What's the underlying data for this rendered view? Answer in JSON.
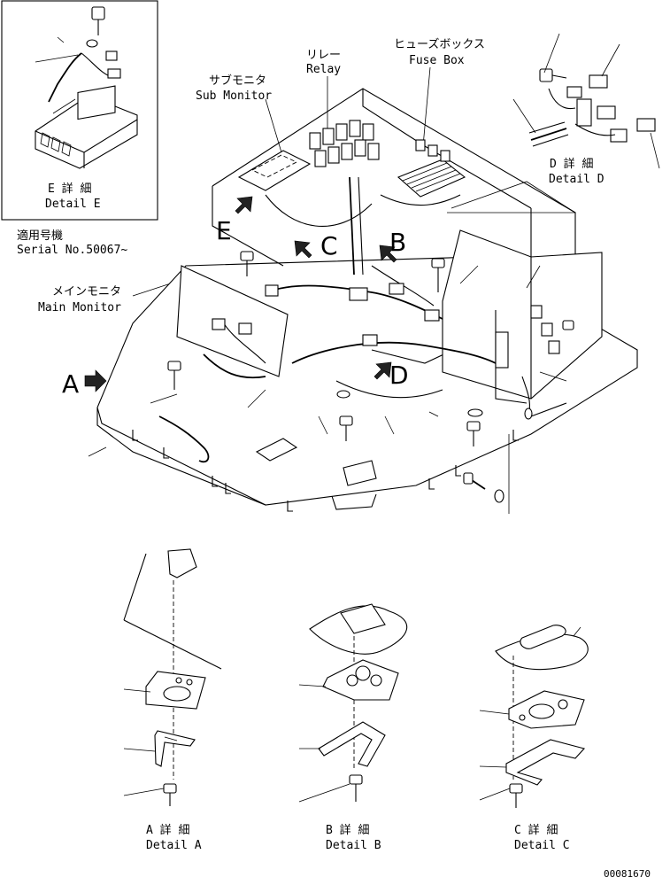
{
  "labels": {
    "relay_jp": "リレー",
    "relay_en": "Relay",
    "fusebox_jp": "ヒューズボックス",
    "fusebox_en": "Fuse Box",
    "submonitor_jp": "サブモニタ",
    "submonitor_en": "Sub Monitor",
    "mainmonitor_jp": "メインモニタ",
    "mainmonitor_en": "Main Monitor",
    "serial_jp": "適用号機",
    "serial_en": "Serial No.50067~",
    "detail_e_jp": "E 詳 細",
    "detail_e_en": "Detail E",
    "detail_d_jp": "D 詳 細",
    "detail_d_en": "Detail D",
    "detail_a_jp": "A 詳 細",
    "detail_a_en": "Detail A",
    "detail_b_jp": "B 詳 細",
    "detail_b_en": "Detail B",
    "detail_c_jp": "C 詳 細",
    "detail_c_en": "Detail C",
    "drawing_no": "00081670"
  },
  "callouts": {
    "a": "A",
    "b": "B",
    "c": "C",
    "d": "D",
    "e": "E"
  }
}
